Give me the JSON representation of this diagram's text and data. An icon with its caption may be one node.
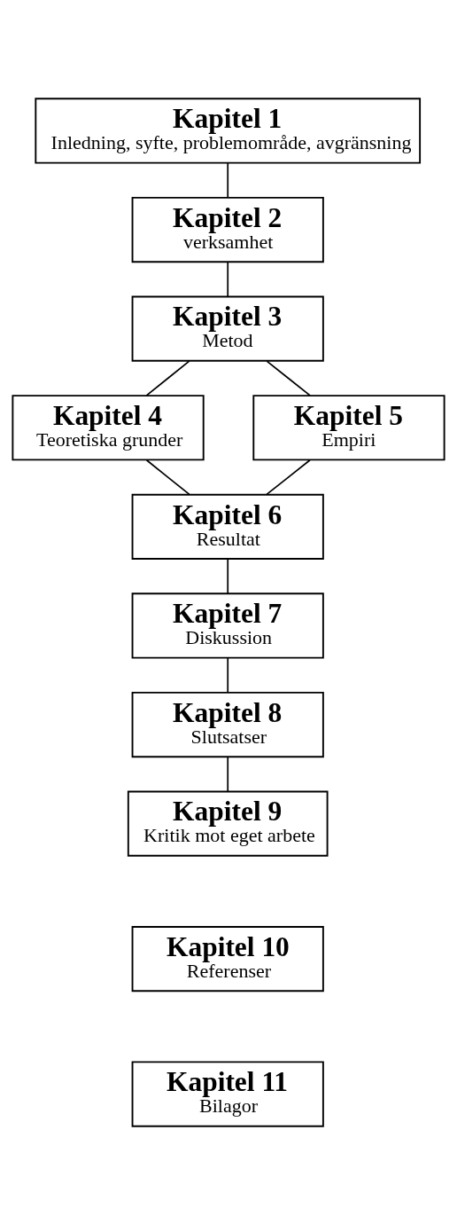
{
  "diagram": {
    "nodes": [
      {
        "text": [
          "Kapitel 1",
          "Inledning, syfte, problemområde, avgränsning"
        ]
      },
      {
        "text": [
          "Kapitel 2",
          "verksamhet"
        ]
      },
      {
        "text": [
          "Kapitel 3",
          "Metod"
        ]
      },
      {
        "text": [
          "Kapitel 4",
          "Teoretiska grunder"
        ]
      },
      {
        "text": [
          "Kapitel 5",
          "Empiri"
        ]
      },
      {
        "text": [
          "Kapitel 6",
          "Resultat"
        ]
      },
      {
        "text": [
          "Kapitel 7",
          "Diskussion"
        ]
      },
      {
        "text": [
          "Kapitel 8",
          "Slutsatser"
        ]
      },
      {
        "text": [
          "Kapitel 9",
          "Kritik mot eget arbete"
        ]
      },
      {
        "text": [
          "Kapitel 10",
          "Referenser"
        ]
      },
      {
        "text": [
          "Kapitel 11",
          "Bilagor"
        ]
      }
    ],
    "edges": [
      {
        "from": 0,
        "to": 1,
        "arrow": "none"
      },
      {
        "from": 1,
        "to": 2,
        "arrow": "none"
      },
      {
        "from": 2,
        "to": 3,
        "arrow": "none"
      },
      {
        "from": 2,
        "to": 4,
        "arrow": "none"
      },
      {
        "from": 3,
        "to": 5,
        "arrow": "none"
      },
      {
        "from": 4,
        "to": 5,
        "arrow": "none"
      },
      {
        "from": 5,
        "to": 6,
        "arrow": "none"
      },
      {
        "from": 6,
        "to": 7,
        "arrow": "none"
      },
      {
        "from": 7,
        "to": 8,
        "arrow": "none"
      }
    ]
  }
}
